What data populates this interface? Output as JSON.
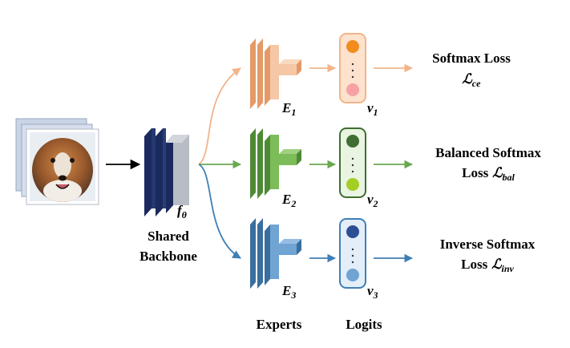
{
  "backbone": {
    "symbol": "f",
    "symbol_sub": "θ",
    "caption_line1": "Shared",
    "caption_line2": "Backbone"
  },
  "experts_caption": "Experts",
  "logits_caption": "Logits",
  "branches": [
    {
      "id": "ce",
      "color": "#f2b48a",
      "expert_symbol": "E",
      "expert_sub": "1",
      "logit_symbol": "v",
      "logit_sub": "1",
      "dot_top": "#f28c1e",
      "dot_bottom": "#f7a1a6",
      "loss_line1": "Softmax Loss",
      "loss_line2": "",
      "loss_symbol": "ℒ",
      "loss_sub": "ce"
    },
    {
      "id": "bal",
      "color": "#69a84f",
      "expert_symbol": "E",
      "expert_sub": "2",
      "logit_symbol": "v",
      "logit_sub": "2",
      "dot_top": "#3f6e32",
      "dot_bottom": "#a3cf24",
      "loss_line1": "Balanced Softmax",
      "loss_line2": "Loss",
      "loss_symbol": "ℒ",
      "loss_sub": "bal"
    },
    {
      "id": "inv",
      "color": "#3f7fb6",
      "expert_symbol": "E",
      "expert_sub": "3",
      "logit_symbol": "v",
      "logit_sub": "3",
      "dot_top": "#2c4e94",
      "dot_bottom": "#6fa4d3",
      "loss_line1": "Inverse Softmax",
      "loss_line2": "Loss",
      "loss_symbol": "ℒ",
      "loss_sub": "inv"
    }
  ],
  "colors": {
    "backbone_dark": "#1a2a5e",
    "backbone_gray": "#b8bcc4",
    "input_arrow": "#000000"
  }
}
